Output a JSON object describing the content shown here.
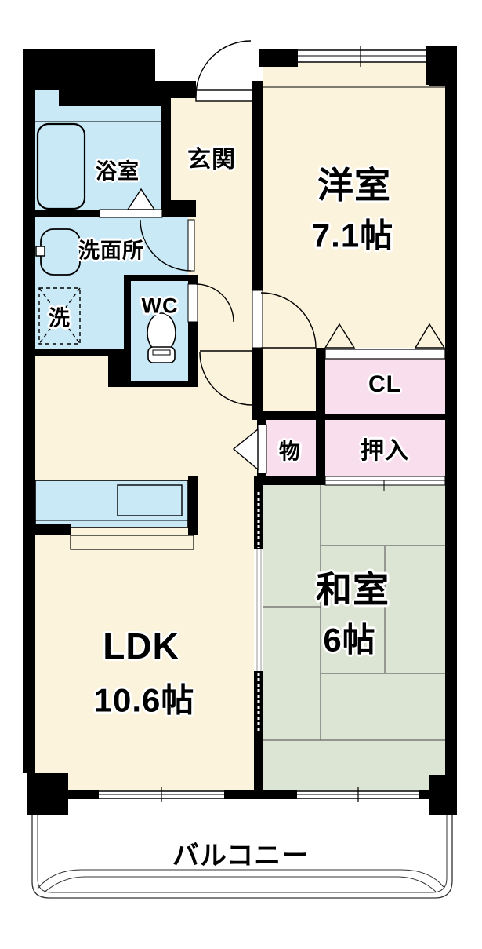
{
  "floorplan": {
    "type": "japanese-apartment-floor-plan",
    "rooms": [
      {
        "id": "western-room",
        "label": "洋室",
        "size": "7.1帖"
      },
      {
        "id": "japanese-room",
        "label": "和室",
        "size": "6帖"
      },
      {
        "id": "ldk",
        "label": "LDK",
        "size": "10.6帖"
      },
      {
        "id": "entrance",
        "label": "玄関"
      },
      {
        "id": "bathroom",
        "label": "浴室"
      },
      {
        "id": "washroom",
        "label": "洗面所"
      },
      {
        "id": "toilet-room",
        "label": "WC"
      },
      {
        "id": "closet",
        "label": "CL"
      },
      {
        "id": "storage",
        "label": "物"
      },
      {
        "id": "oshiire",
        "label": "押入"
      },
      {
        "id": "laundry",
        "label": "洗"
      },
      {
        "id": "balcony",
        "label": "バルコニー"
      }
    ],
    "colors": {
      "wall": "#000000",
      "room_floor": "#fcf3dd",
      "wet_area": "#c9e9f7",
      "closet": "#f9dfee",
      "tatami": "#dce4d3",
      "balcony": "#ffffff",
      "line": "#000000"
    }
  }
}
